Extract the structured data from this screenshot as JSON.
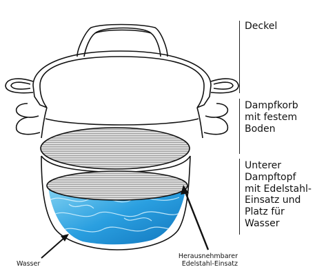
{
  "labels": {
    "lid": "Deckel",
    "steamer_basket": "Dampfkorb\nmit festem\nBoden",
    "lower_pot": "Unterer\nDampftopf\nmit Edelstahl-\nEinsatz und\nPlatz für\nWasser",
    "water": "Wasser",
    "insert": "Herausnehmbarer\nEdelstahl-Einsatz"
  },
  "colors": {
    "outline": "#111111",
    "water_light": "#7fd0f2",
    "water_dark": "#1e8fd0",
    "insert_fill": "#d4d4d4",
    "insert_lines": "#8a8a8a"
  }
}
